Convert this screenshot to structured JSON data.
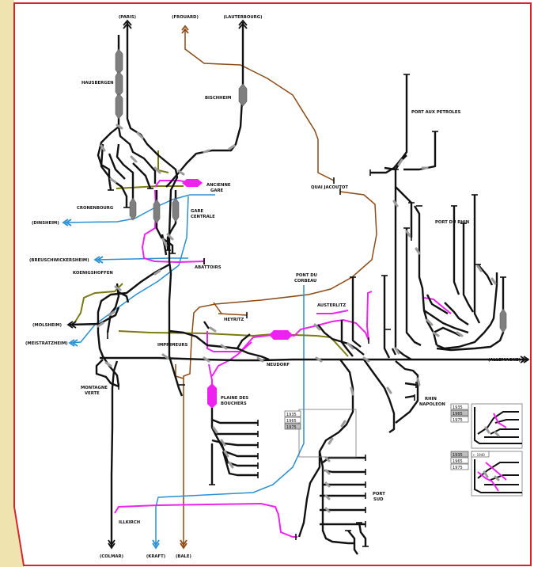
{
  "colors": {
    "frame": "#d3262c",
    "paper_tab": "#efe3b0",
    "rail_main": "#111111",
    "junction": "#9c9c9c",
    "station": "#7f7f7f",
    "magenta": "#ee22ee",
    "olive": "#7b7b12",
    "blue": "#2a8fd0",
    "brown": "#8b4a16"
  },
  "labels": {
    "paris": "(PARIS)",
    "frouard": "(FROUARD)",
    "lauterbourg": "(LAUTERBOURG)",
    "hausbergen": "HAUSBERGEN",
    "bischheim": "BISCHHEIM",
    "port_petroles": "PORT AUX PETROLES",
    "quai_jacoutot": "QUAI JACOUTOT",
    "ancienne_gare_1": "ANCIENNE",
    "ancienne_gare_2": "GARE",
    "gare_centrale_1": "GARE",
    "gare_centrale_2": "CENTRALE",
    "cronenbourg": "CRONENBOURG",
    "dinsheim": "(DINSHEIM)",
    "port_du_rhin": "PORT DU RHIN",
    "breuschwickersheim": "(BREUSCHWICKERSHEIM)",
    "abattoirs": "ABATTOIRS",
    "koenigshoffen": "KOENIGSHOFFEN",
    "pont_corbeau_1": "PONT DU",
    "pont_corbeau_2": "CORBEAU",
    "austerlitz": "AUSTERLITZ",
    "heyritz": "HEYRITZ",
    "molsheim": "(MOLSHEIM)",
    "meistratzheim": "(MEISTRATZHEIM)",
    "imprimeurs": "IMPRIMEURS",
    "neudorf": "NEUDORF",
    "allemagne": "(ALLEMAGNE)",
    "montagne_verte_1": "MONTAGNE",
    "montagne_verte_2": "VERTE",
    "plaine_bouchers_1": "PLAINE DES",
    "plaine_bouchers_2": "BOUCHERS",
    "rhin_napoleon_1": "RHIN",
    "rhin_napoleon_2": "NAPOLEON",
    "port_sud_1": "PORT",
    "port_sud_2": "SUD",
    "illkirch": "ILLKIRCH",
    "colmar": "(COLMAR)",
    "kraft": "(KRAFT)",
    "bale": "(BALE)",
    "inset_note": "← 1940"
  },
  "legend_years": [
    "1935",
    "1965",
    "1975"
  ],
  "legend_year_active": "1975",
  "inset_top_years": [
    "1935",
    "1965",
    "1975"
  ],
  "inset_top_year_active": "1965",
  "inset_bottom_years": [
    "1935",
    "1965",
    "1975"
  ],
  "inset_bottom_year_active": "1935"
}
